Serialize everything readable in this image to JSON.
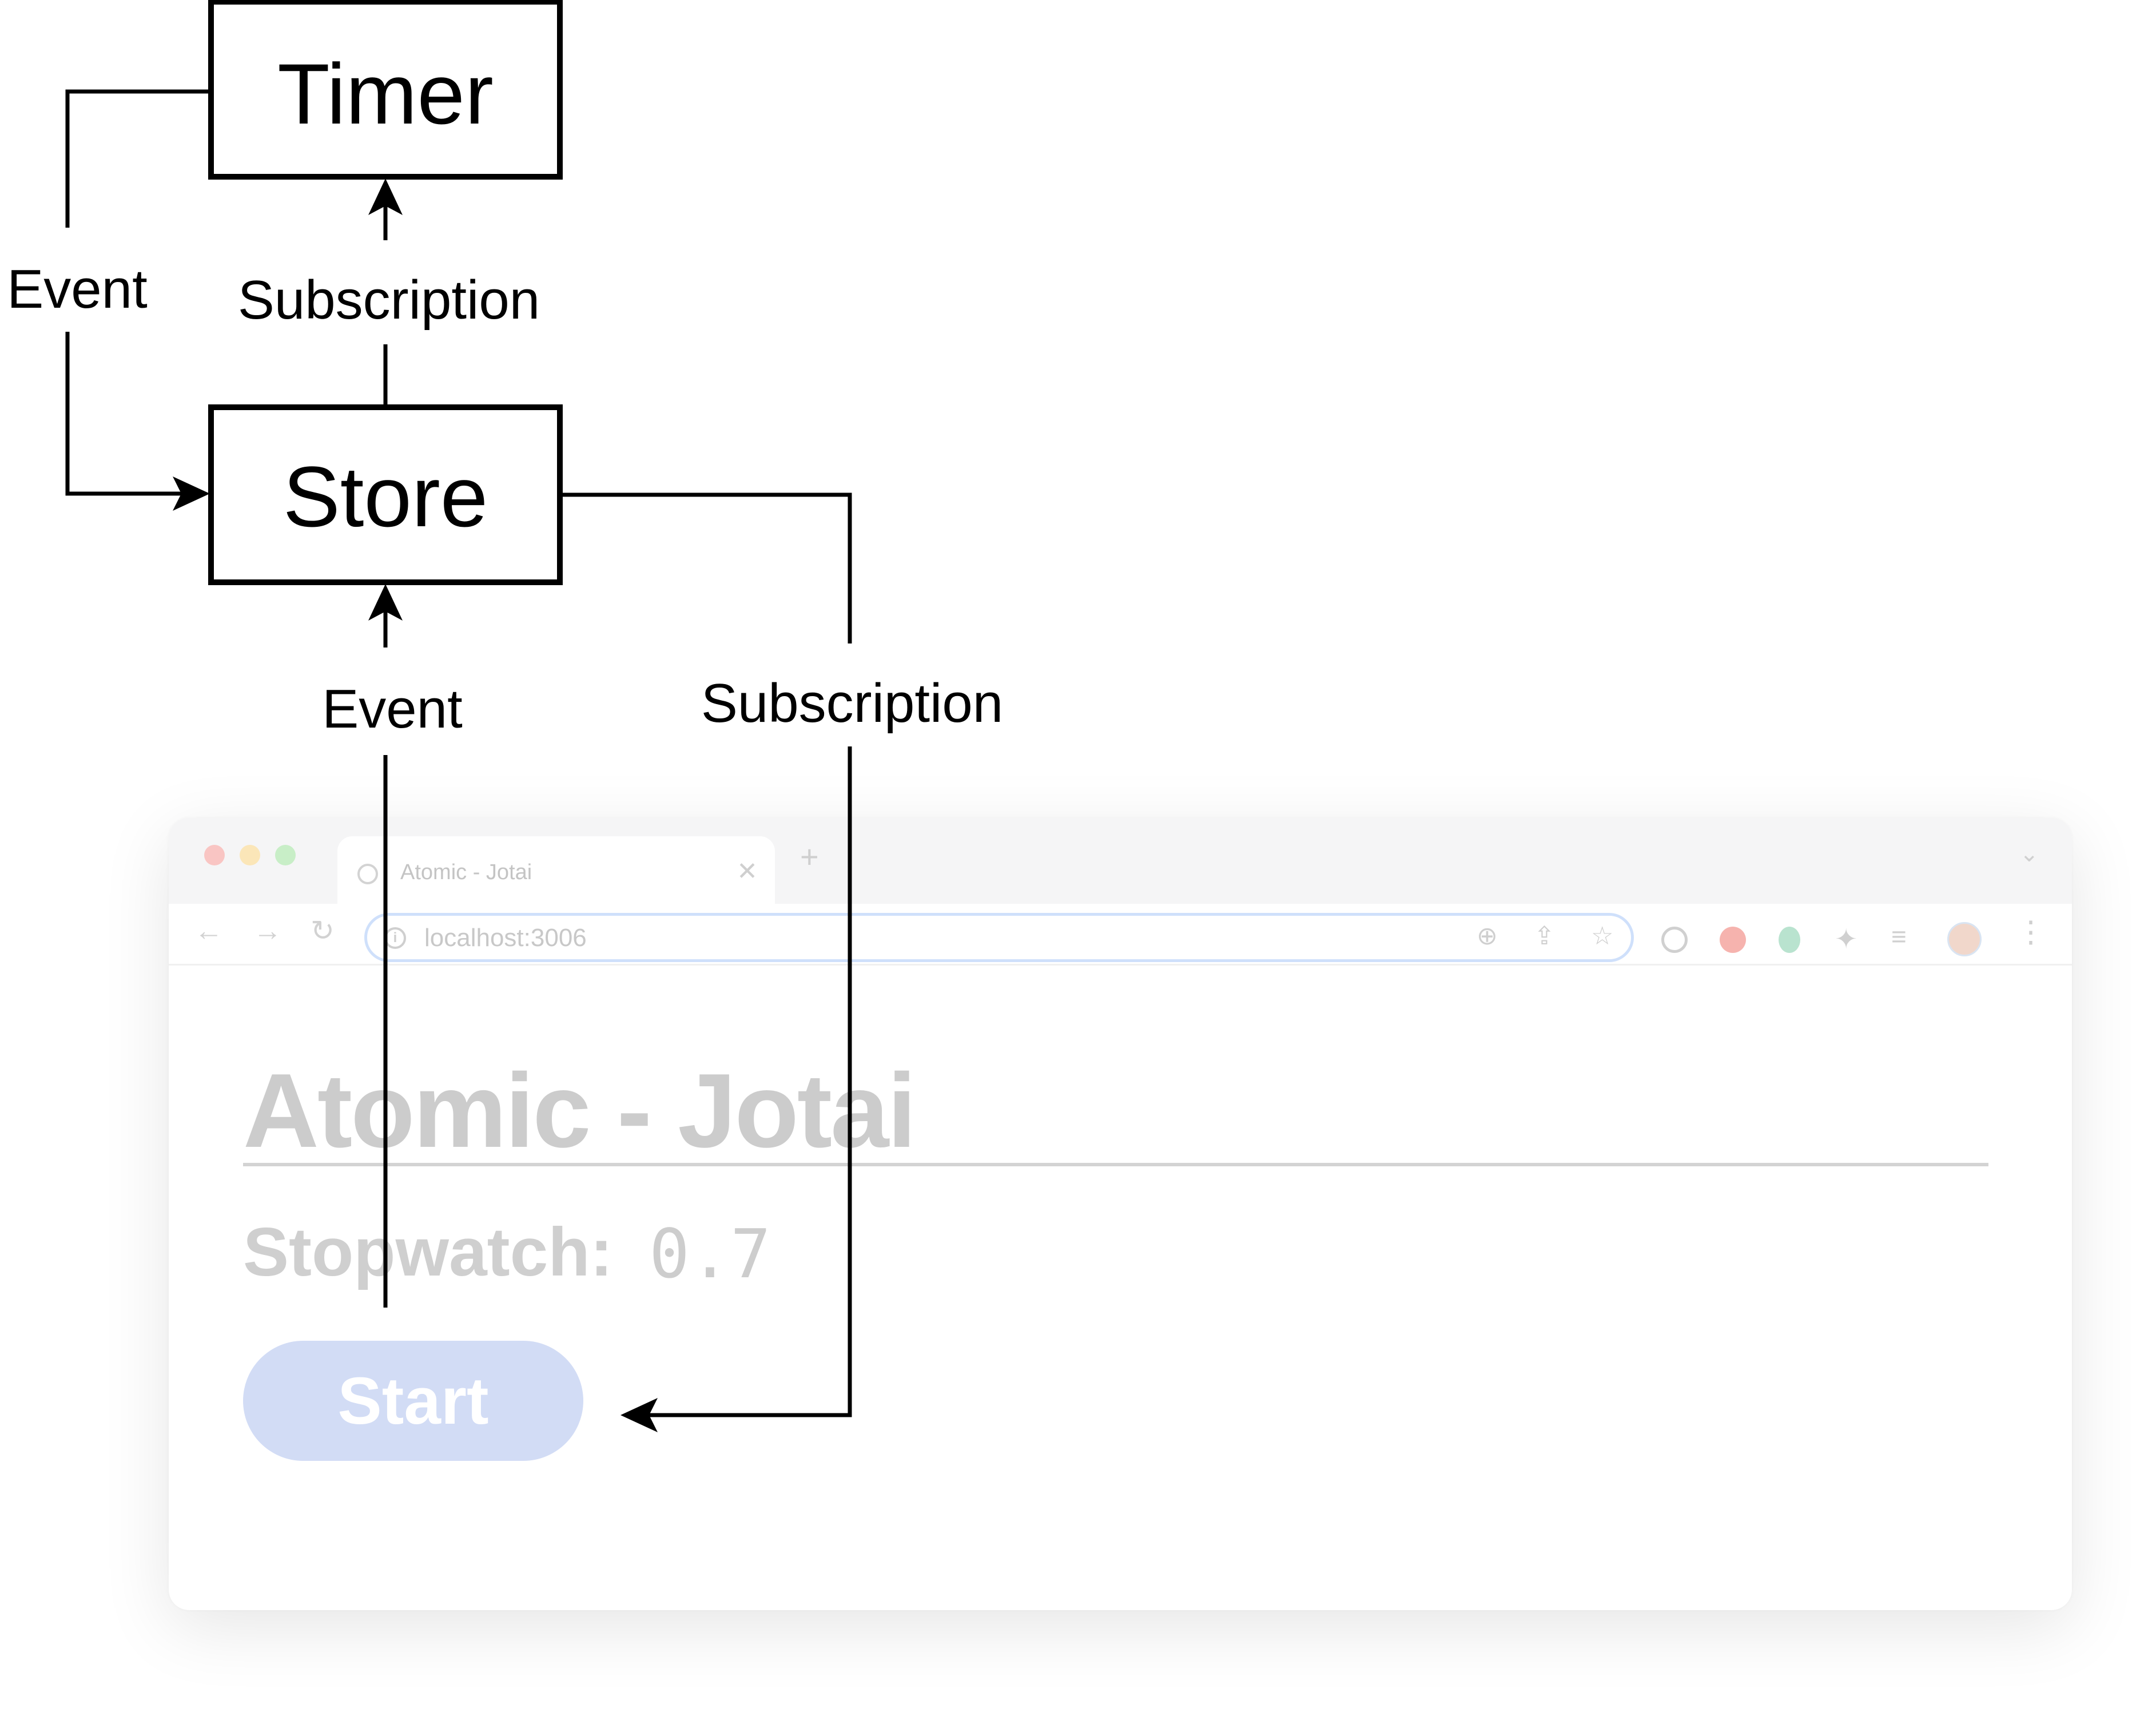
{
  "diagram": {
    "nodes": {
      "timer": "Timer",
      "store": "Store"
    },
    "edges": {
      "timer_to_store": "Event",
      "store_to_timer": "Subscription",
      "app_to_store": "Event",
      "store_to_app": "Subscription"
    }
  },
  "browser": {
    "tab_title": "Atomic - Jotai",
    "url": "localhost:3006",
    "page": {
      "heading": "Atomic - Jotai",
      "stopwatch_label": "Stopwatch:",
      "stopwatch_value": "0.7",
      "start_button": "Start"
    },
    "icons": [
      "globe-icon",
      "close-icon",
      "plus-icon",
      "chevron-down-icon",
      "back-arrow-icon",
      "forward-arrow-icon",
      "reload-icon",
      "info-icon",
      "zoom-icon",
      "share-icon",
      "star-icon",
      "password-manager-icon",
      "adblock-icon",
      "extension-icon",
      "puzzle-icon",
      "media-icon",
      "avatar",
      "kebab-menu-icon"
    ],
    "colors": {
      "traffic_red": "#f9c5c3",
      "traffic_yellow": "#fbe6b8",
      "traffic_green": "#c8eec7",
      "omnibox_border": "#cfe0fb",
      "start_button_bg": "#d2dcf5"
    }
  }
}
